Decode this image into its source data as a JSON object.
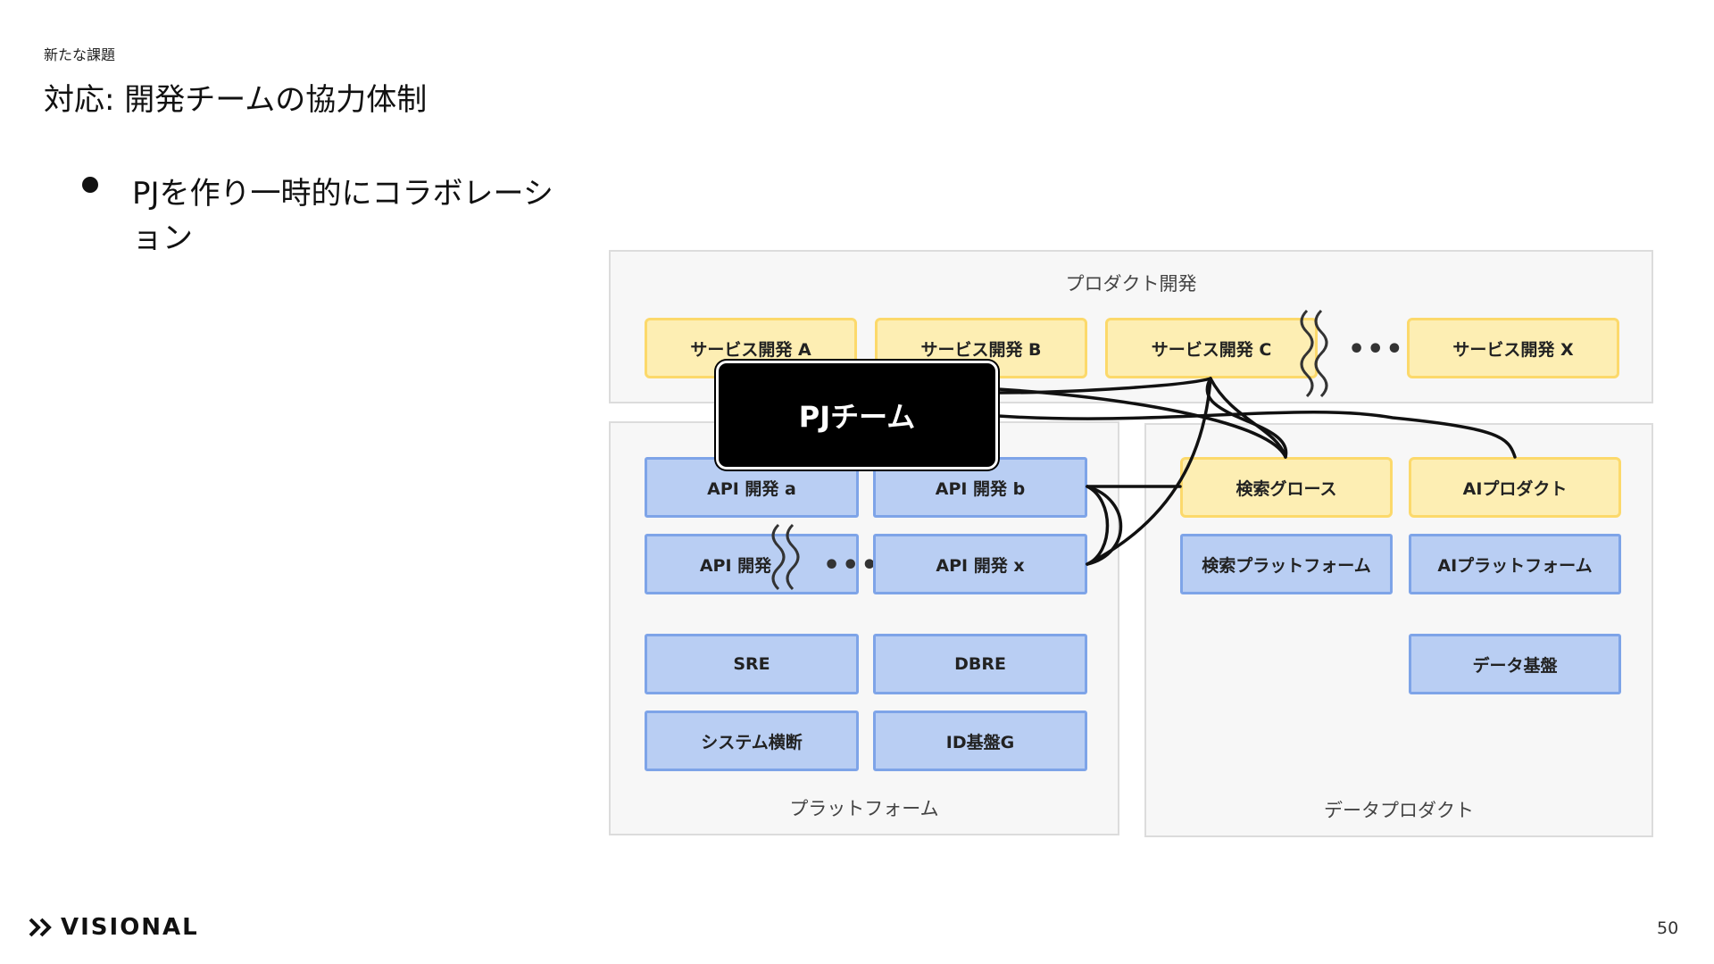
{
  "header": {
    "subtitle": "新たな課題",
    "title": "対応: 開発チームの協力体制"
  },
  "bullets": [
    "PJを作り一時的にコラボレーション"
  ],
  "diagram": {
    "product_dev": {
      "label": "プロダクト開発",
      "services": [
        "サービス開発 A",
        "サービス開発 B",
        "サービス開発 C",
        "サービス開発 X"
      ],
      "ellipsis": "•••"
    },
    "platform": {
      "label": "プラットフォーム",
      "api_boxes": [
        "API 開発  a",
        "API 開発  b",
        "API 開発",
        "API 開発  x"
      ],
      "ellipsis": "•••",
      "infra_boxes": [
        "SRE",
        "DBRE",
        "システム横断",
        "ID基盤G"
      ]
    },
    "data_product": {
      "label": "データプロダクト",
      "growth_boxes": [
        "検索グロース",
        "AIプロダクト"
      ],
      "platform_boxes": [
        "検索プラットフォーム",
        "AIプラットフォーム"
      ],
      "foundation": "データ基盤"
    },
    "pj_team": "PJチーム"
  },
  "colors": {
    "yellow_fill": "#fdeeb3",
    "yellow_border": "#fcd96b",
    "blue_fill": "#b9cef3",
    "blue_border": "#7ea4e8",
    "pj_fill": "#000000"
  },
  "footer": {
    "logo_text": "VISIONAL",
    "page_number": "50"
  }
}
